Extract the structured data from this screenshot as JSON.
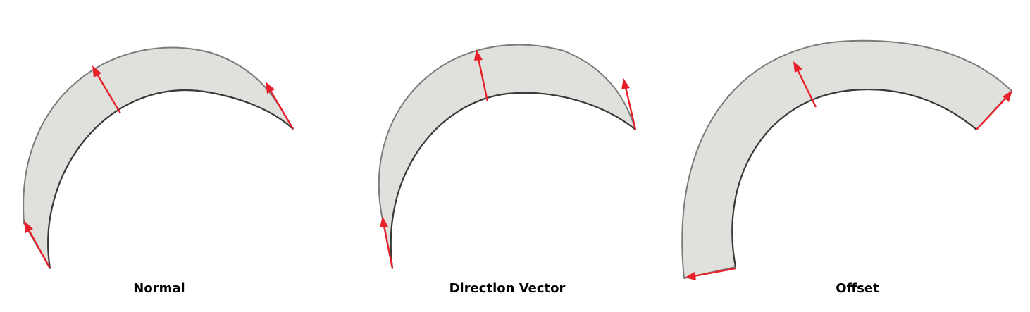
{
  "panels": [
    {
      "id": "normal",
      "label": "Normal"
    },
    {
      "id": "direction",
      "label": "Direction Vector"
    },
    {
      "id": "offset",
      "label": "Offset"
    }
  ],
  "colors": {
    "band_fill": "#e0e0dc",
    "band_outline": "#7b7b7b",
    "inner_edge": "#3a3a3a",
    "vector": "#e8202a"
  }
}
